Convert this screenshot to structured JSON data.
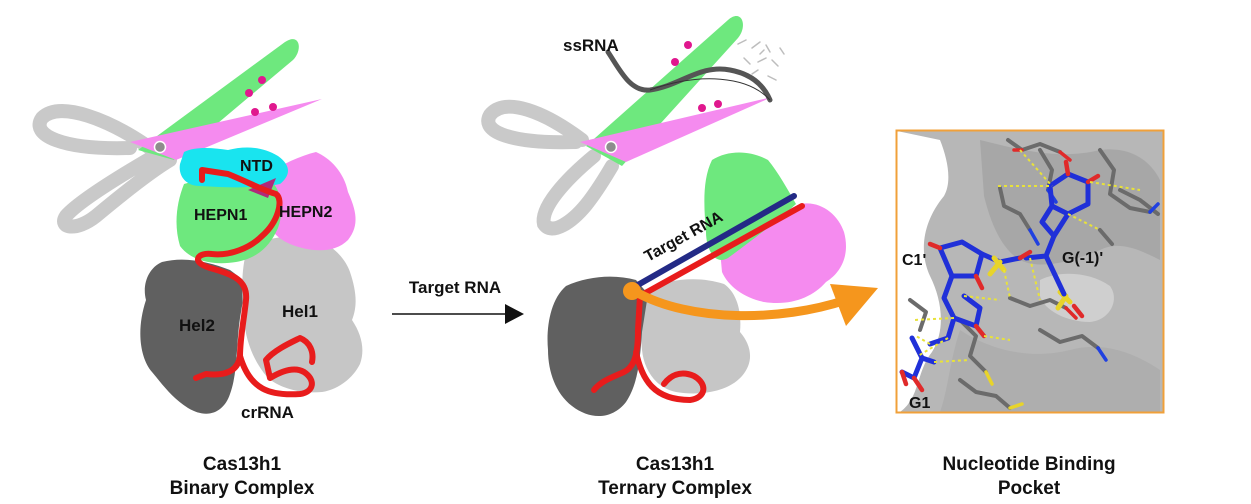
{
  "colors": {
    "scissor_handle": "#c9c9c9",
    "blade_green": "#6ee87e",
    "blade_pink": "#f58bef",
    "blade_dot": "#e0178e",
    "ntd": "#19e4ef",
    "hepn1": "#6ee87e",
    "hepn2": "#f58bef",
    "hel1": "#c6c6c6",
    "hel2": "#606060",
    "crrna": "#e81c1c",
    "target_rna_blue": "#232a86",
    "orange": "#f5961d",
    "panel_border": "#f0a03a",
    "surface": "#b7b7b7",
    "ligand_blue": "#2030d8",
    "hbond": "#e8e23a"
  },
  "binary": {
    "ntd": "NTD",
    "hepn1": "HEPN1",
    "hepn2": "HEPN2",
    "hel1": "Hel1",
    "hel2": "Hel2",
    "crrna": "crRNA",
    "caption_line1": "Cas13h1",
    "caption_line2": "Binary Complex"
  },
  "arrow": {
    "label": "Target RNA"
  },
  "ternary": {
    "ssrna": "ssRNA",
    "target_rna": "Target RNA",
    "caption_line1": "Cas13h1",
    "caption_line2": "Ternary Complex"
  },
  "pocket": {
    "c1": "C1'",
    "g_minus1": "G(-1)'",
    "g1": "G1",
    "caption_line1": "Nucleotide Binding",
    "caption_line2": "Pocket"
  }
}
